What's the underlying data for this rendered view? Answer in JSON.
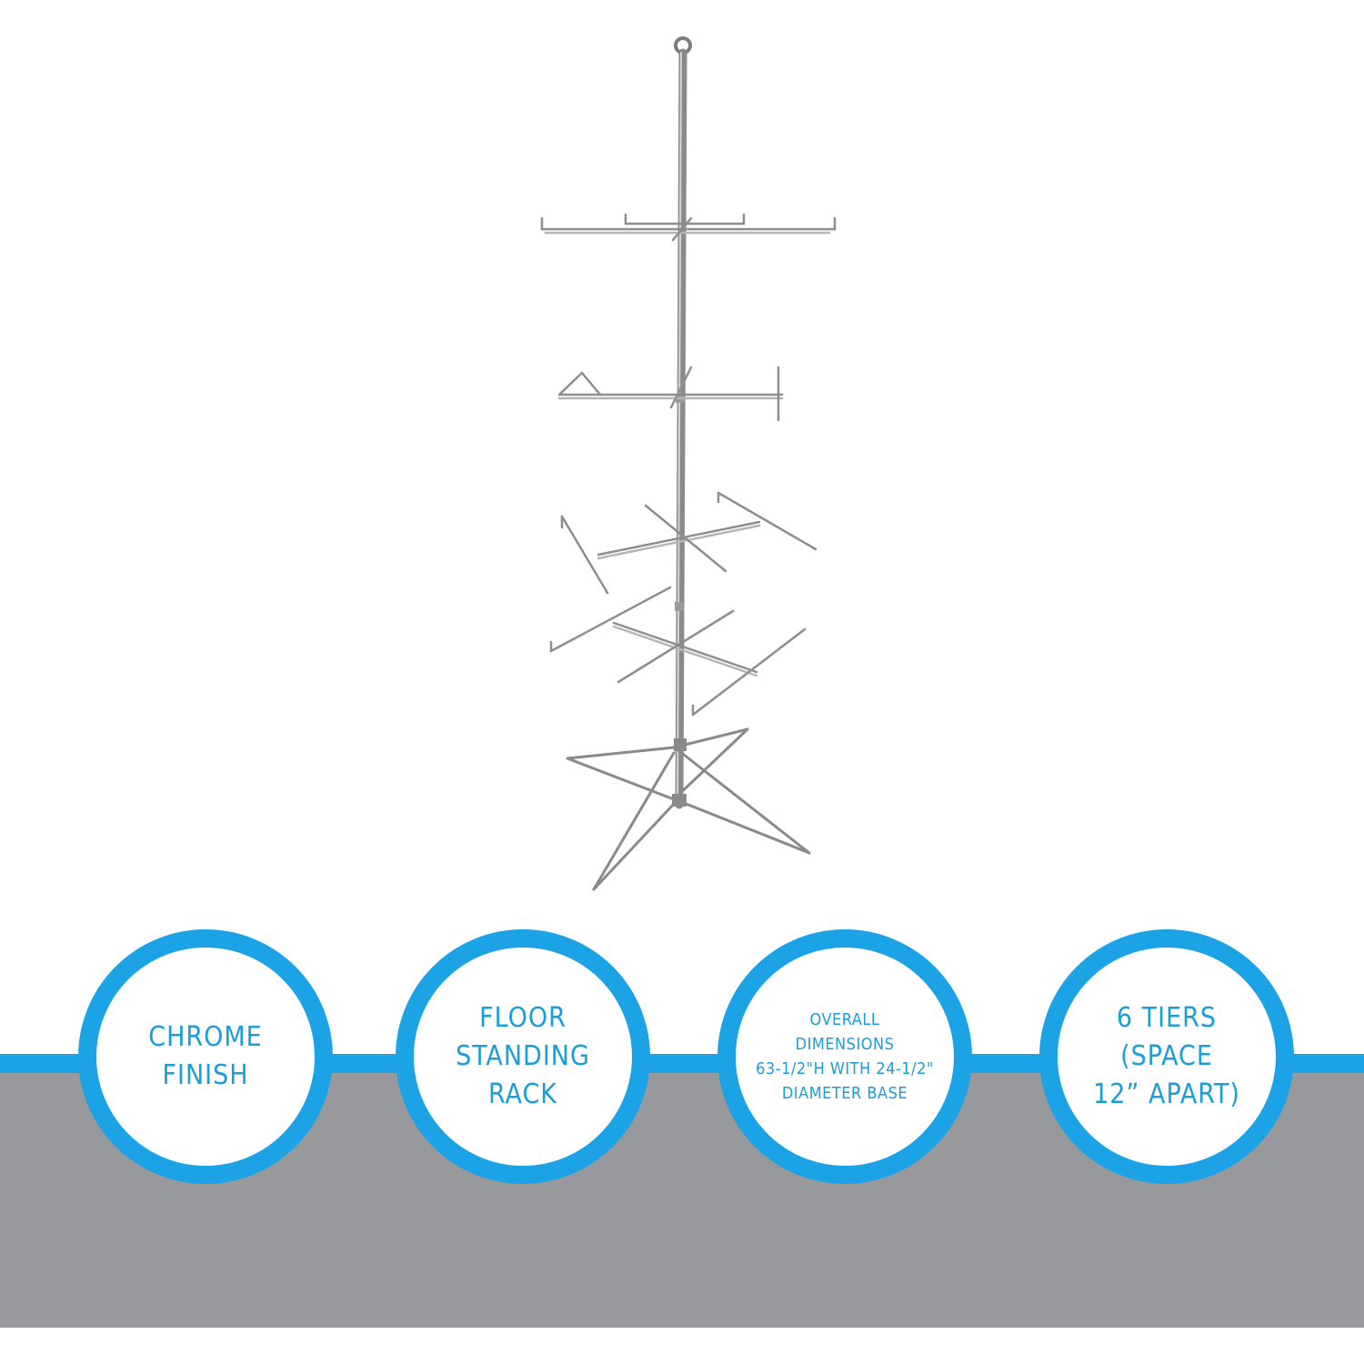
{
  "colors": {
    "accent_blue": "#1ca3e6",
    "text_blue": "#1a9ed8",
    "band_gray": "#97999d",
    "background": "#ffffff",
    "chrome": "#8c8c8c"
  },
  "product": {
    "image": "chrome-floor-spinner-rack"
  },
  "features": [
    {
      "text": "CHROME\nFINISH"
    },
    {
      "text": "FLOOR\nSTANDING\nRACK"
    },
    {
      "text": "OVERALL\nDIMENSIONS\n63-1/2\"H WITH 24-1/2\"\nDIAMETER BASE"
    },
    {
      "text": "6 TIERS\n(SPACE\n12” APART)"
    }
  ]
}
